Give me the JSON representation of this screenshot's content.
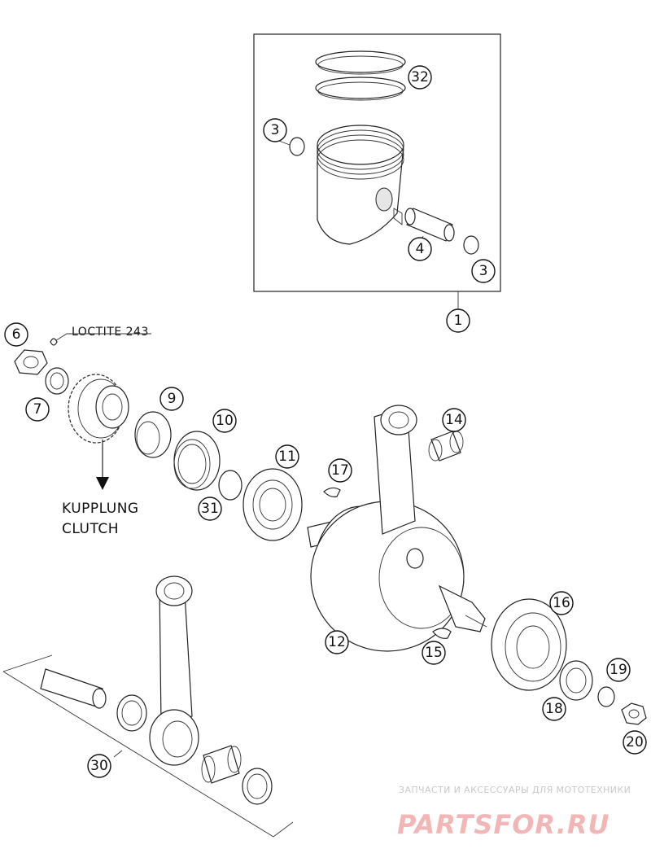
{
  "diagram": {
    "annotations": {
      "loctite": "LOCTITE 243",
      "kupplung": "KUPPLUNG",
      "clutch": "CLUTCH"
    },
    "callouts": [
      {
        "id": "c32",
        "label": "32"
      },
      {
        "id": "c3a",
        "label": "3"
      },
      {
        "id": "c4",
        "label": "4"
      },
      {
        "id": "c3b",
        "label": "3"
      },
      {
        "id": "c1",
        "label": "1"
      },
      {
        "id": "c6",
        "label": "6"
      },
      {
        "id": "c7",
        "label": "7"
      },
      {
        "id": "c9",
        "label": "9"
      },
      {
        "id": "c10",
        "label": "10"
      },
      {
        "id": "c11",
        "label": "11"
      },
      {
        "id": "c31",
        "label": "31"
      },
      {
        "id": "c17",
        "label": "17"
      },
      {
        "id": "c14",
        "label": "14"
      },
      {
        "id": "c12",
        "label": "12"
      },
      {
        "id": "c15",
        "label": "15"
      },
      {
        "id": "c16",
        "label": "16"
      },
      {
        "id": "c19",
        "label": "19"
      },
      {
        "id": "c18",
        "label": "18"
      },
      {
        "id": "c20",
        "label": "20"
      },
      {
        "id": "c30",
        "label": "30"
      }
    ]
  },
  "watermark": {
    "top_text": "ЗАПЧАСТИ И АКСЕССУАРЫ ДЛЯ МОТОТЕХНИКИ",
    "logo_text": "PARTSFOR.RU"
  }
}
